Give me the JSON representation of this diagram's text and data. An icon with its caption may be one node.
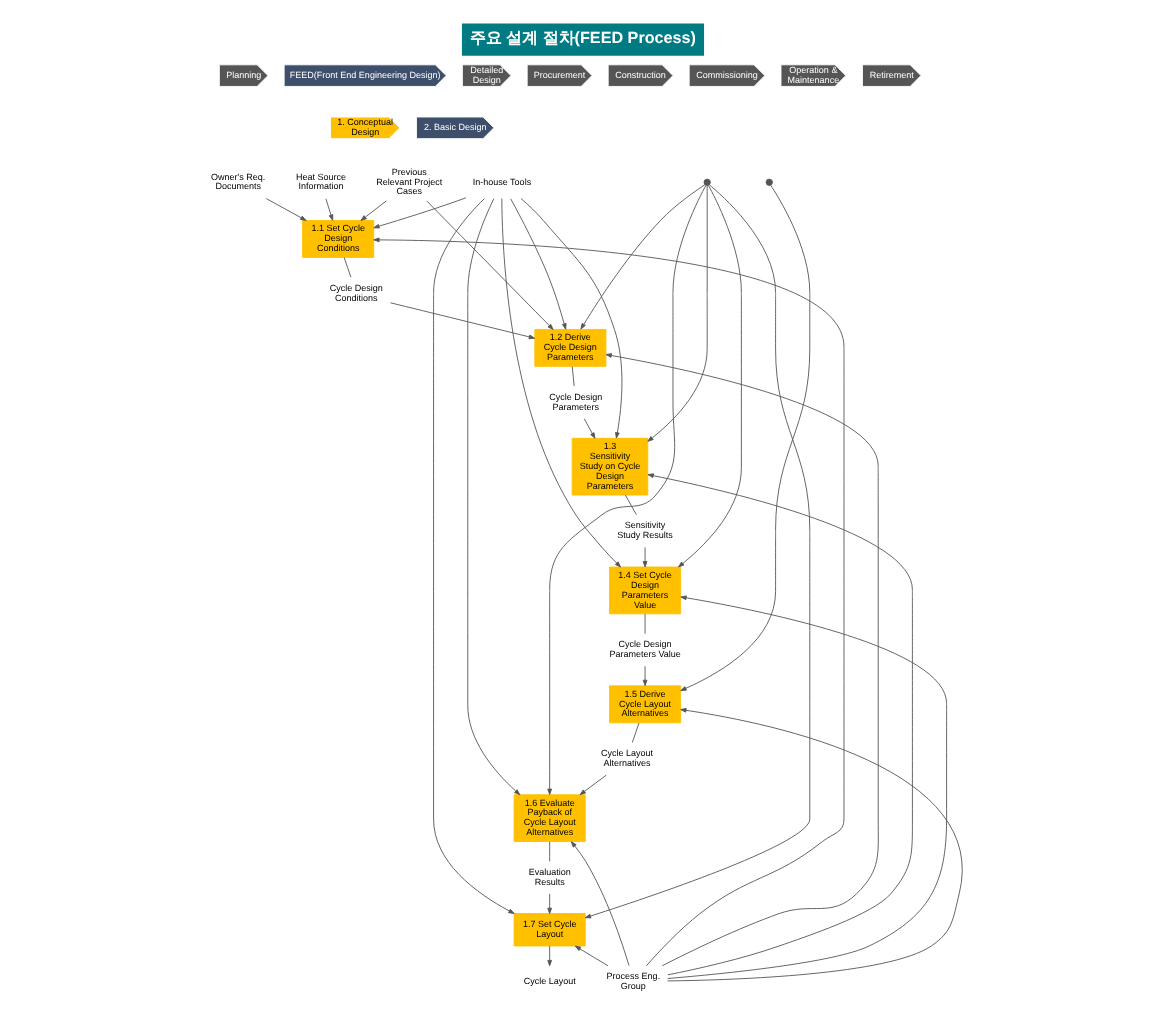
{
  "diagram": {
    "title": "주요 설계 절차(FEED Process)",
    "nodes": [
      {
        "text": [
          "Planning"
        ]
      },
      {
        "text": [
          "FEED(Front End Engineering Design)"
        ]
      },
      {
        "text": [
          "Detailed Design"
        ]
      },
      {
        "text": [
          "Procurement"
        ]
      },
      {
        "text": [
          "Construction"
        ]
      },
      {
        "text": [
          "Commissioning"
        ]
      },
      {
        "text": [
          "Operation & Maintenance"
        ]
      },
      {
        "text": [
          "Retirement"
        ]
      },
      {
        "text": [
          "1. Conceptual Design"
        ]
      },
      {
        "text": [
          "2. Basic Design"
        ]
      },
      {
        "text": [
          "In-house Tools"
        ]
      },
      {
        "text": [
          "Owner's Req. Documents"
        ]
      },
      {
        "text": [
          "Heat Source Information"
        ]
      },
      {
        "text": [
          "Previous Relevant Project Cases"
        ]
      },
      {
        "text": [
          "1.1 Set Cycle Design Conditions"
        ]
      },
      {
        "text": [
          "Cycle Design Conditions"
        ]
      },
      {
        "text": [
          "1.2 Derive Cycle Design Parameters"
        ]
      },
      {
        "text": [
          "Cycle Design Parameters"
        ]
      },
      {
        "text": [
          "1.3 Sensitivity Study on Cycle Design Parameters"
        ]
      },
      {
        "text": [
          "Sensitivity Study Results"
        ]
      },
      {
        "text": [
          "1.4 Set Cycle Design Parameters Value"
        ]
      },
      {
        "text": [
          "Cycle Design Parameters Value"
        ]
      },
      {
        "text": [
          "1.5 Derive Cycle Layout Alternatives"
        ]
      },
      {
        "text": [
          "Cycle Layout Alternatives"
        ]
      },
      {
        "text": [
          "1.6 Evaluate Payback of Cycle Layout Alternatives"
        ]
      },
      {
        "text": [
          "Evaluation Results"
        ]
      },
      {
        "text": [
          "1.7 Set Cycle Layout"
        ]
      },
      {
        "text": [
          "Cycle Layout"
        ]
      },
      {
        "text": [
          "Process Eng. Group"
        ]
      },
      {
        "text": [],
        "shape": "dot"
      },
      {
        "text": [],
        "shape": "dot"
      }
    ],
    "edges": [
      {
        "from": 11,
        "to": 14,
        "arrow": "to"
      },
      {
        "from": 12,
        "to": 14,
        "arrow": "to"
      },
      {
        "from": 13,
        "to": 14,
        "arrow": "to"
      },
      {
        "from": 13,
        "to": 16,
        "arrow": "to"
      },
      {
        "from": 10,
        "to": 14,
        "arrow": "to"
      },
      {
        "from": 10,
        "to": 16,
        "arrow": "to"
      },
      {
        "from": 10,
        "to": 18,
        "arrow": "to"
      },
      {
        "from": 10,
        "to": 20,
        "arrow": "to"
      },
      {
        "from": 10,
        "to": 24,
        "arrow": "to"
      },
      {
        "from": 10,
        "to": 26,
        "arrow": "to"
      },
      {
        "from": 29,
        "to": 16,
        "arrow": "to"
      },
      {
        "from": 29,
        "to": 18,
        "arrow": "to"
      },
      {
        "from": 29,
        "to": 20,
        "arrow": "to"
      },
      {
        "from": 29,
        "to": 24,
        "arrow": "to"
      },
      {
        "from": 29,
        "to": 26,
        "arrow": "to"
      },
      {
        "from": 30,
        "to": 22,
        "arrow": "to"
      },
      {
        "from": 14,
        "to": 15,
        "arrow": "none"
      },
      {
        "from": 15,
        "to": 16,
        "arrow": "to"
      },
      {
        "from": 16,
        "to": 17,
        "arrow": "none"
      },
      {
        "from": 17,
        "to": 18,
        "arrow": "to"
      },
      {
        "from": 18,
        "to": 19,
        "arrow": "none"
      },
      {
        "from": 19,
        "to": 20,
        "arrow": "to"
      },
      {
        "from": 20,
        "to": 21,
        "arrow": "none"
      },
      {
        "from": 21,
        "to": 22,
        "arrow": "to"
      },
      {
        "from": 22,
        "to": 23,
        "arrow": "none"
      },
      {
        "from": 23,
        "to": 24,
        "arrow": "to"
      },
      {
        "from": 24,
        "to": 25,
        "arrow": "none"
      },
      {
        "from": 25,
        "to": 26,
        "arrow": "to"
      },
      {
        "from": 26,
        "to": 27,
        "arrow": "to"
      },
      {
        "from": 28,
        "to": 14,
        "arrow": "to"
      },
      {
        "from": 28,
        "to": 16,
        "arrow": "to"
      },
      {
        "from": 28,
        "to": 18,
        "arrow": "to"
      },
      {
        "from": 28,
        "to": 20,
        "arrow": "to"
      },
      {
        "from": 28,
        "to": 22,
        "arrow": "to"
      },
      {
        "from": 28,
        "to": 24,
        "arrow": "to"
      },
      {
        "from": 28,
        "to": 26,
        "arrow": "to"
      }
    ]
  }
}
